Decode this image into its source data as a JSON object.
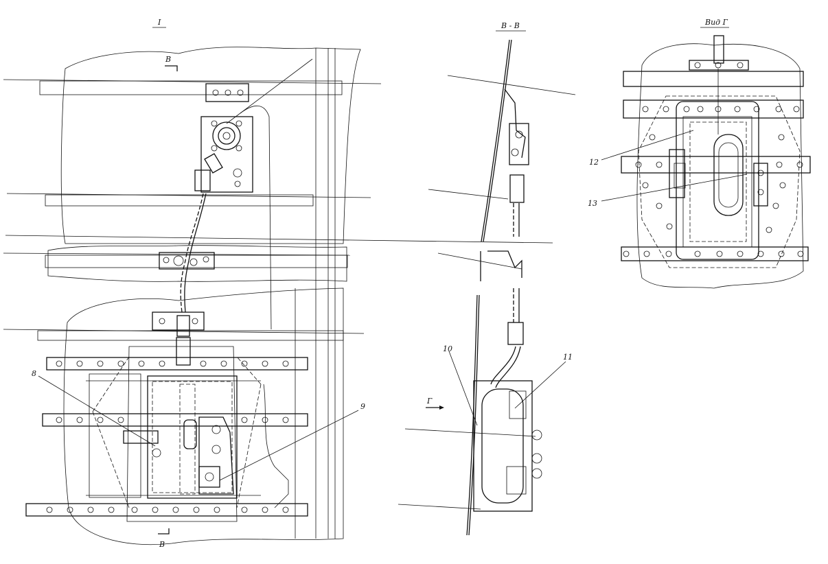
{
  "views": {
    "view1_title": "I",
    "section_title": "В - В",
    "viewG_title": "Вид Г"
  },
  "markers": {
    "section_top": "В",
    "section_bottom": "В",
    "arrow_g": "Г"
  },
  "callouts": [
    "8",
    "9",
    "10",
    "11",
    "12",
    "13"
  ],
  "colors": {
    "ink": "#111111",
    "paper": "#ffffff"
  }
}
